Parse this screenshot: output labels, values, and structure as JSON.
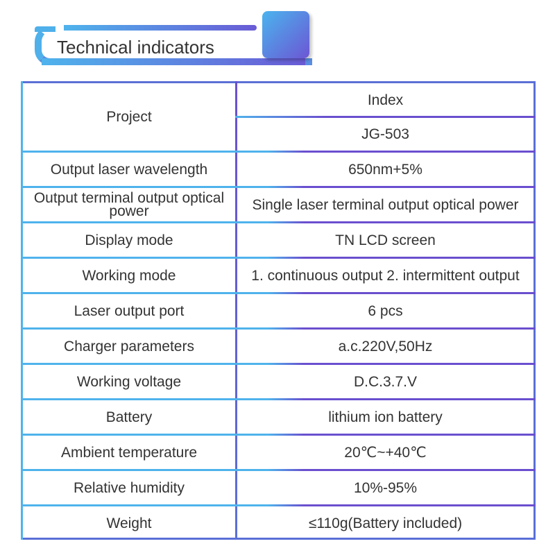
{
  "header": {
    "title": "Technical indicators"
  },
  "table": {
    "project_label": "Project",
    "index_label": "Index",
    "model": "JG-503",
    "rows": [
      {
        "label": "Output laser wavelength",
        "value": "650nm+5%"
      },
      {
        "label": "Output terminal output optical power",
        "value": "Single laser terminal output optical power"
      },
      {
        "label": "Display mode",
        "value": "TN LCD screen"
      },
      {
        "label": "Working mode",
        "value": "1. continuous output 2. intermittent output"
      },
      {
        "label": "Laser output port",
        "value": "6 pcs"
      },
      {
        "label": "Charger parameters",
        "value": "a.c.220V,50Hz"
      },
      {
        "label": "Working voltage",
        "value": "D.C.3.7.V"
      },
      {
        "label": "Battery",
        "value": "lithium ion battery"
      },
      {
        "label": "Ambient temperature",
        "value": "20℃~+40℃"
      },
      {
        "label": "Relative humidity",
        "value": "10%-95%"
      },
      {
        "label": "Weight",
        "value": "≤110g(Battery included)"
      }
    ]
  },
  "colors": {
    "accent_blue": "#4fb3ec",
    "accent_purple": "#6a4fcf"
  }
}
